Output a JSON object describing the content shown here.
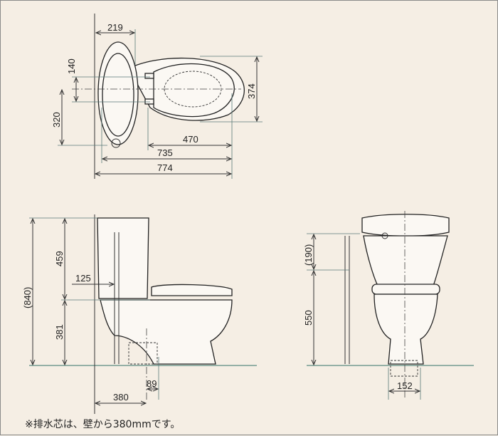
{
  "top_view": {
    "d219": "219",
    "d140": "140",
    "d320": "320",
    "d374": "374",
    "d470": "470",
    "d735": "735",
    "d774": "774"
  },
  "side_view": {
    "d840": "(840)",
    "d459": "459",
    "d381": "381",
    "d125": "125",
    "d89": "89",
    "d380": "380"
  },
  "front_view": {
    "d190": "(190)",
    "d550": "550",
    "d152": "152"
  },
  "note": "※排水芯は、壁から380mmです。"
}
